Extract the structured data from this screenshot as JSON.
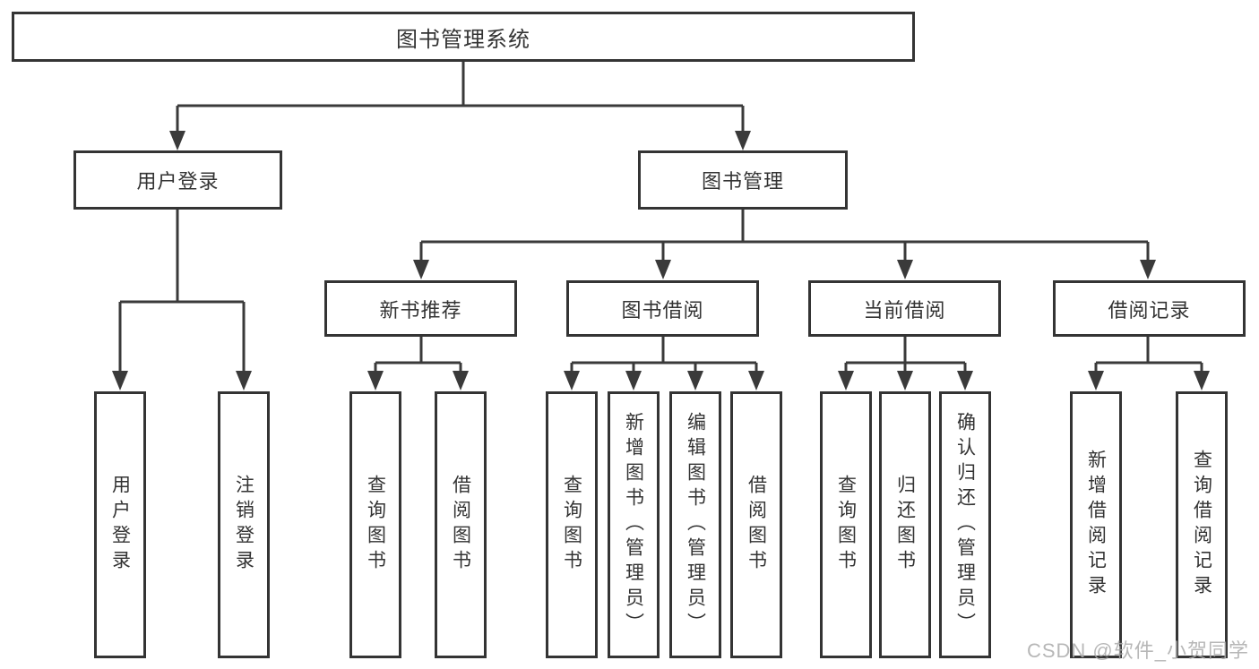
{
  "diagram": {
    "root": {
      "label": "图书管理系统"
    },
    "branches": [
      {
        "label": "用户登录",
        "children": [
          {
            "label": "用户登录"
          },
          {
            "label": "注销登录"
          }
        ]
      },
      {
        "label": "图书管理",
        "children": [
          {
            "label": "新书推荐",
            "children": [
              {
                "label": "查询图书"
              },
              {
                "label": "借阅图书"
              }
            ]
          },
          {
            "label": "图书借阅",
            "children": [
              {
                "label": "查询图书"
              },
              {
                "label": "新增图书（管理员）"
              },
              {
                "label": "编辑图书（管理员）"
              },
              {
                "label": "借阅图书"
              }
            ]
          },
          {
            "label": "当前借阅",
            "children": [
              {
                "label": "查询图书"
              },
              {
                "label": "归还图书"
              },
              {
                "label": "确认归还（管理员）"
              }
            ]
          },
          {
            "label": "借阅记录",
            "children": [
              {
                "label": "新增借阅记录"
              },
              {
                "label": "查询借阅记录"
              }
            ]
          }
        ]
      }
    ]
  },
  "watermark": {
    "text": "CSDN @软件_小贺同学"
  },
  "colors": {
    "line": "#3a3a3a",
    "box_border": "#343434",
    "box_background": "#ffffff",
    "text": "#333333",
    "watermark": "#ababab"
  }
}
